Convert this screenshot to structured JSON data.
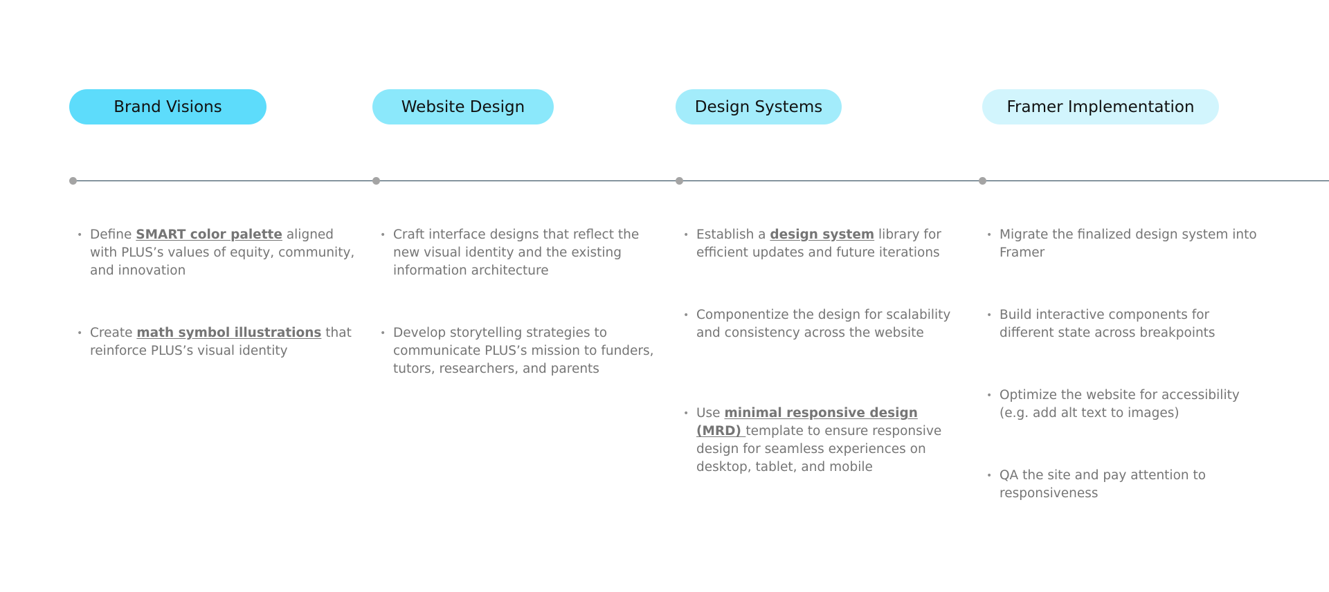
{
  "colors": {
    "timeline_line": "#1e3a4c",
    "node_dot": "#a4a4a4",
    "body_text": "#757575"
  },
  "phases": [
    {
      "title": "Brand Visions",
      "pill_color": "#5ddcfb",
      "items": [
        {
          "before": "Define ",
          "em": "SMART color palette",
          "after": " aligned with PLUS’s values of equity, community, and innovation"
        },
        {
          "before": "Create ",
          "em": "math symbol illustrations",
          "after": " that reinforce PLUS’s visual identity"
        }
      ]
    },
    {
      "title": "Website Design",
      "pill_color": "#8be8fb",
      "items": [
        {
          "before": "Craft interface designs that reflect the new visual identity and the existing information architecture",
          "em": "",
          "after": ""
        },
        {
          "before": "Develop storytelling strategies to communicate PLUS’s mission to funders, tutors, researchers, and parents",
          "em": "",
          "after": ""
        }
      ]
    },
    {
      "title": "Design Systems",
      "pill_color": "#a3ecfb",
      "items": [
        {
          "before": "Establish a ",
          "em": "design system",
          "after": " library for efficient updates and future iterations"
        },
        {
          "before": "Componentize the design for scalability and consistency across the website",
          "em": "",
          "after": ""
        },
        {
          "before": "Use ",
          "em": "minimal responsive design (MRD) ",
          "after": "template to ensure responsive design for seamless experiences on desktop, tablet, and mobile"
        }
      ]
    },
    {
      "title": "Framer Implementation",
      "pill_color": "#d2f5fd",
      "items": [
        {
          "before": "Migrate the finalized design system into Framer",
          "em": "",
          "after": ""
        },
        {
          "before": "Build interactive components for different state across breakpoints",
          "em": "",
          "after": ""
        },
        {
          "before": "Optimize the website for accessibility (e.g. add alt text to images)",
          "em": "",
          "after": ""
        },
        {
          "before": "QA the site and pay attention to responsiveness",
          "em": "",
          "after": ""
        }
      ]
    }
  ]
}
